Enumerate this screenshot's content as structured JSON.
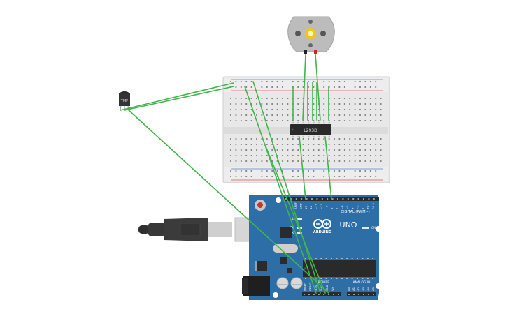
{
  "labels": {
    "sensor": "TMP",
    "chip": "L293D",
    "arduino_logo": "ARDUINO",
    "arduino_model": "UNO",
    "digital_header": "DIGITAL (PWM~)",
    "power_header": "POWER",
    "analog_header": "ANALOG IN",
    "on_led": "ON",
    "tx_led": "TX",
    "rx_led": "RX",
    "l_led": "L",
    "pin_13": "13",
    "pin_12": "12",
    "pin_11": "~11",
    "pin_10": "~10",
    "pin_9": "~9",
    "pin_8": "8",
    "pin_7": "7",
    "pin_6": "~6",
    "pin_5": "~5",
    "pin_4": "4",
    "pin_3": "~3",
    "pin_2": "2",
    "pin_1": "TX 1",
    "pin_0": "RX 0",
    "pin_gnd": "GND",
    "pin_aref": "AREF",
    "pin_a0": "A0",
    "pin_a1": "A1",
    "pin_a2": "A2",
    "pin_a3": "A3",
    "pin_a4": "A4",
    "pin_a5": "A5",
    "pin_ioref": "IOREF",
    "pin_reset": "RESET",
    "pin_3v3": "3.3V",
    "pin_5v": "5V",
    "pin_gnd2": "GND",
    "pin_vin": "Vin"
  },
  "colors": {
    "wire": "#3fb54a",
    "board": "#2e6ea6",
    "breadboard": "#e9e9e9",
    "motor": "#b9b9b9",
    "chip": "#2a2a2a"
  }
}
